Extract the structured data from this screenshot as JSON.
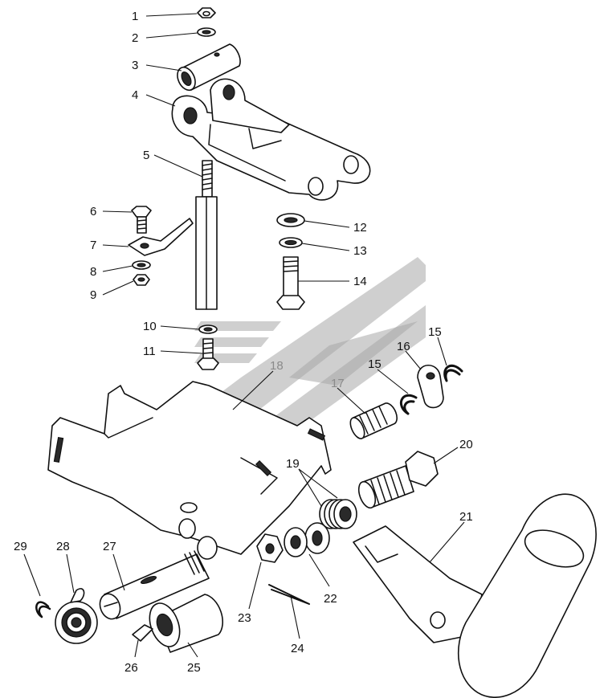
{
  "diagram": {
    "type": "exploded-parts-view",
    "callouts": [
      {
        "id": "1",
        "label": "1"
      },
      {
        "id": "2",
        "label": "2"
      },
      {
        "id": "3",
        "label": "3"
      },
      {
        "id": "4",
        "label": "4"
      },
      {
        "id": "5",
        "label": "5"
      },
      {
        "id": "6",
        "label": "6"
      },
      {
        "id": "7",
        "label": "7"
      },
      {
        "id": "8",
        "label": "8"
      },
      {
        "id": "9",
        "label": "9"
      },
      {
        "id": "10",
        "label": "10"
      },
      {
        "id": "11",
        "label": "11"
      },
      {
        "id": "12",
        "label": "12"
      },
      {
        "id": "13",
        "label": "13"
      },
      {
        "id": "14",
        "label": "14"
      },
      {
        "id": "15a",
        "label": "15"
      },
      {
        "id": "15b",
        "label": "15"
      },
      {
        "id": "16",
        "label": "16"
      },
      {
        "id": "17",
        "label": "17"
      },
      {
        "id": "18",
        "label": "18"
      },
      {
        "id": "19",
        "label": "19"
      },
      {
        "id": "20",
        "label": "20"
      },
      {
        "id": "21",
        "label": "21"
      },
      {
        "id": "22",
        "label": "22"
      },
      {
        "id": "23",
        "label": "23"
      },
      {
        "id": "24",
        "label": "24"
      },
      {
        "id": "25",
        "label": "25"
      },
      {
        "id": "26",
        "label": "26"
      },
      {
        "id": "27",
        "label": "27"
      },
      {
        "id": "28",
        "label": "28"
      },
      {
        "id": "29",
        "label": "29"
      }
    ]
  }
}
